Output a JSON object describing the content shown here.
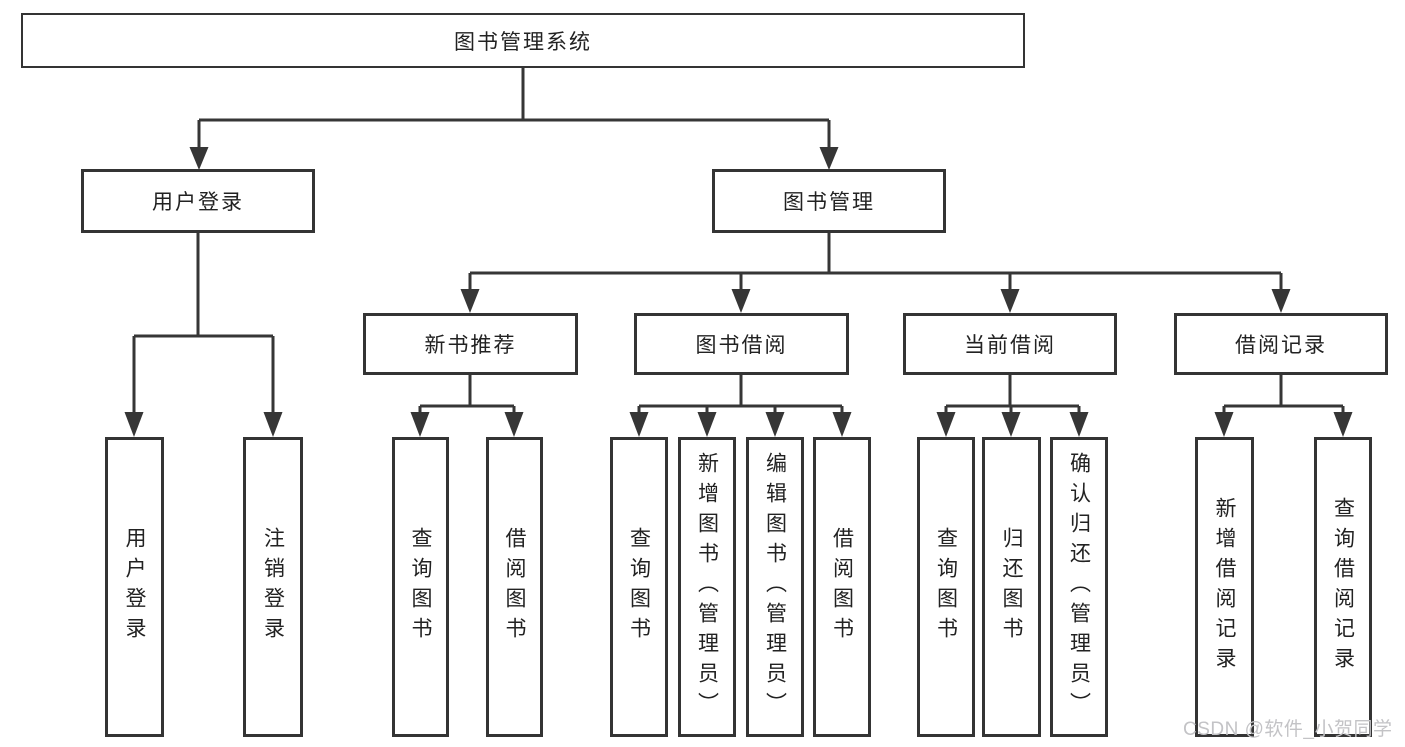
{
  "watermark": "CSDN @软件_小贺同学",
  "colors": {
    "line": "#363636",
    "border": "#343434",
    "text": "#222222",
    "watermark": "#c3c3c6",
    "background": "#ffffff"
  },
  "diagram": {
    "root": {
      "label": "图书管理系统"
    },
    "branches": [
      {
        "label": "用户登录",
        "children": [
          {
            "label": "用户登录"
          },
          {
            "label": "注销登录"
          }
        ]
      },
      {
        "label": "图书管理",
        "children": [
          {
            "label": "新书推荐",
            "children": [
              {
                "label": "查询图书"
              },
              {
                "label": "借阅图书"
              }
            ]
          },
          {
            "label": "图书借阅",
            "children": [
              {
                "label": "查询图书"
              },
              {
                "label": "新增图书（管理员）"
              },
              {
                "label": "编辑图书（管理员）"
              },
              {
                "label": "借阅图书"
              }
            ]
          },
          {
            "label": "当前借阅",
            "children": [
              {
                "label": "查询图书"
              },
              {
                "label": "归还图书"
              },
              {
                "label": "确认归还（管理员）"
              }
            ]
          },
          {
            "label": "借阅记录",
            "children": [
              {
                "label": "新增借阅记录"
              },
              {
                "label": "查询借阅记录"
              }
            ]
          }
        ]
      }
    ]
  }
}
